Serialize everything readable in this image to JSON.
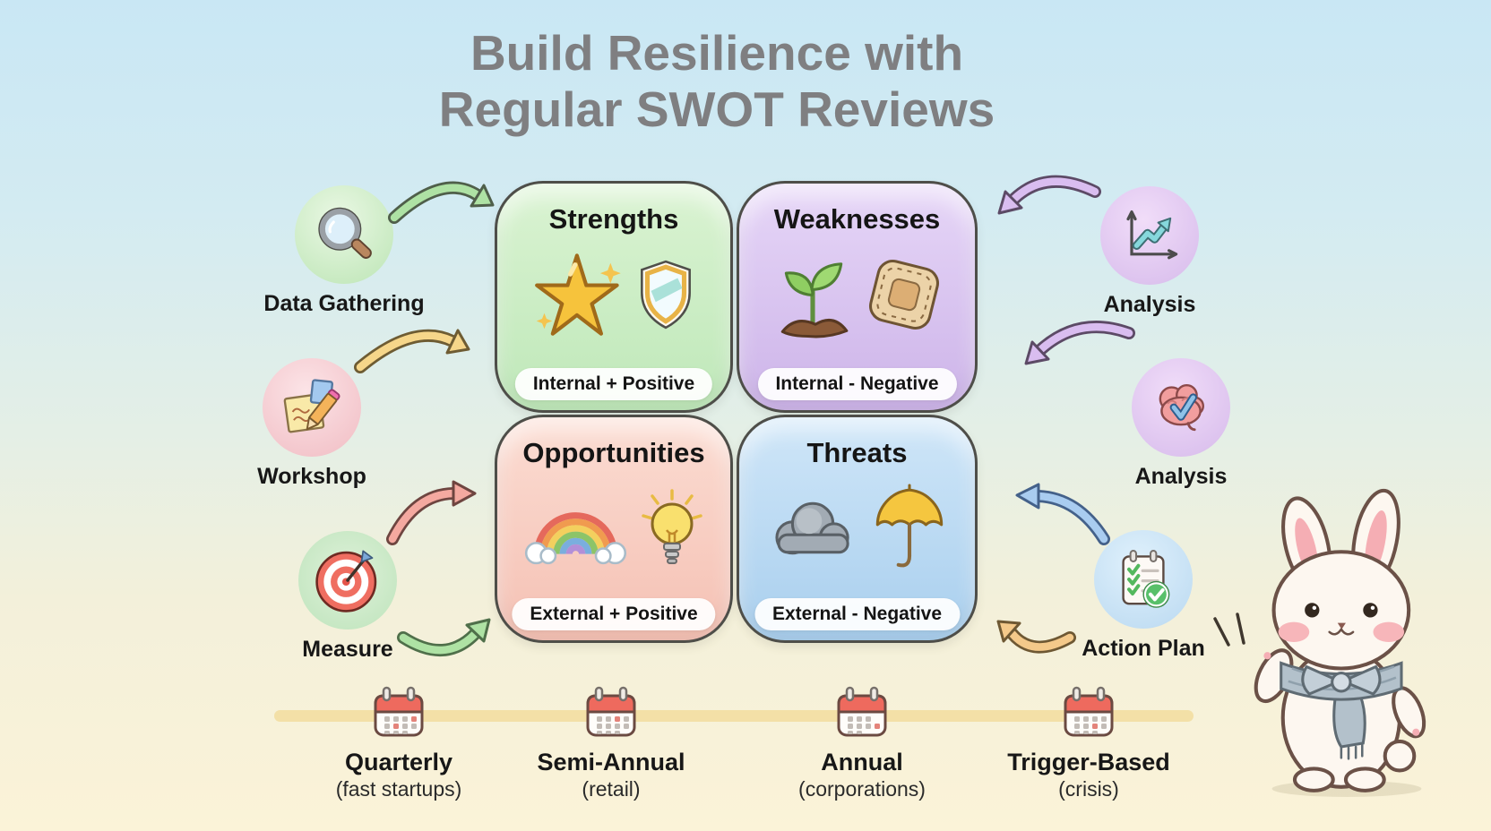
{
  "title": {
    "line1": "Build Resilience with",
    "line2": "Regular SWOT Reviews"
  },
  "quadrants": {
    "strengths": {
      "title": "Strengths",
      "tag": "Internal + Positive",
      "color": "#c9ecc4",
      "icons": [
        "star-icon",
        "shield-icon"
      ]
    },
    "weaknesses": {
      "title": "Weaknesses",
      "tag": "Internal - Negative",
      "color": "#d8c4f0",
      "icons": [
        "sprout-icon",
        "bandage-icon"
      ]
    },
    "opportunities": {
      "title": "Opportunities",
      "tag": "External + Positive",
      "color": "#f8cec2",
      "icons": [
        "rainbow-icon",
        "lightbulb-icon"
      ]
    },
    "threats": {
      "title": "Threats",
      "tag": "External - Negative",
      "color": "#b6d8f2",
      "icons": [
        "cloud-icon",
        "umbrella-icon"
      ]
    }
  },
  "steps": {
    "data_gathering": {
      "label": "Data Gathering",
      "icon": "magnifier-icon"
    },
    "workshop": {
      "label": "Workshop",
      "icon": "sticky-notes-pencil-icon"
    },
    "measure": {
      "label": "Measure",
      "icon": "target-icon"
    },
    "analysis_chart": {
      "label": "Analysis",
      "icon": "trend-chart-icon"
    },
    "analysis_brain": {
      "label": "Analysis",
      "icon": "brain-check-icon"
    },
    "action_plan": {
      "label": "Action Plan",
      "icon": "checklist-icon"
    }
  },
  "timeline": {
    "items": [
      {
        "label": "Quarterly",
        "sublabel": "(fast startups)",
        "icon": "calendar-icon"
      },
      {
        "label": "Semi-Annual",
        "sublabel": "(retail)",
        "icon": "calendar-icon"
      },
      {
        "label": "Annual",
        "sublabel": "(corporations)",
        "icon": "calendar-icon"
      },
      {
        "label": "Trigger-Based",
        "sublabel": "(crisis)",
        "icon": "calendar-icon"
      }
    ]
  },
  "colors": {
    "background_top": "#c9e7f4",
    "background_bottom": "#fbf3d8",
    "title_text": "#7f7f81",
    "arrow_green": "#aee2a4",
    "arrow_yellow": "#f6d68a",
    "arrow_pink": "#f4a9a0",
    "arrow_purple": "#d9bdf0",
    "arrow_blue": "#a9ccf0",
    "arrow_orange": "#f4c98a",
    "timeline_line": "#f2dd9d"
  },
  "illustration": {
    "name": "bunny-mascot-with-scarf"
  }
}
